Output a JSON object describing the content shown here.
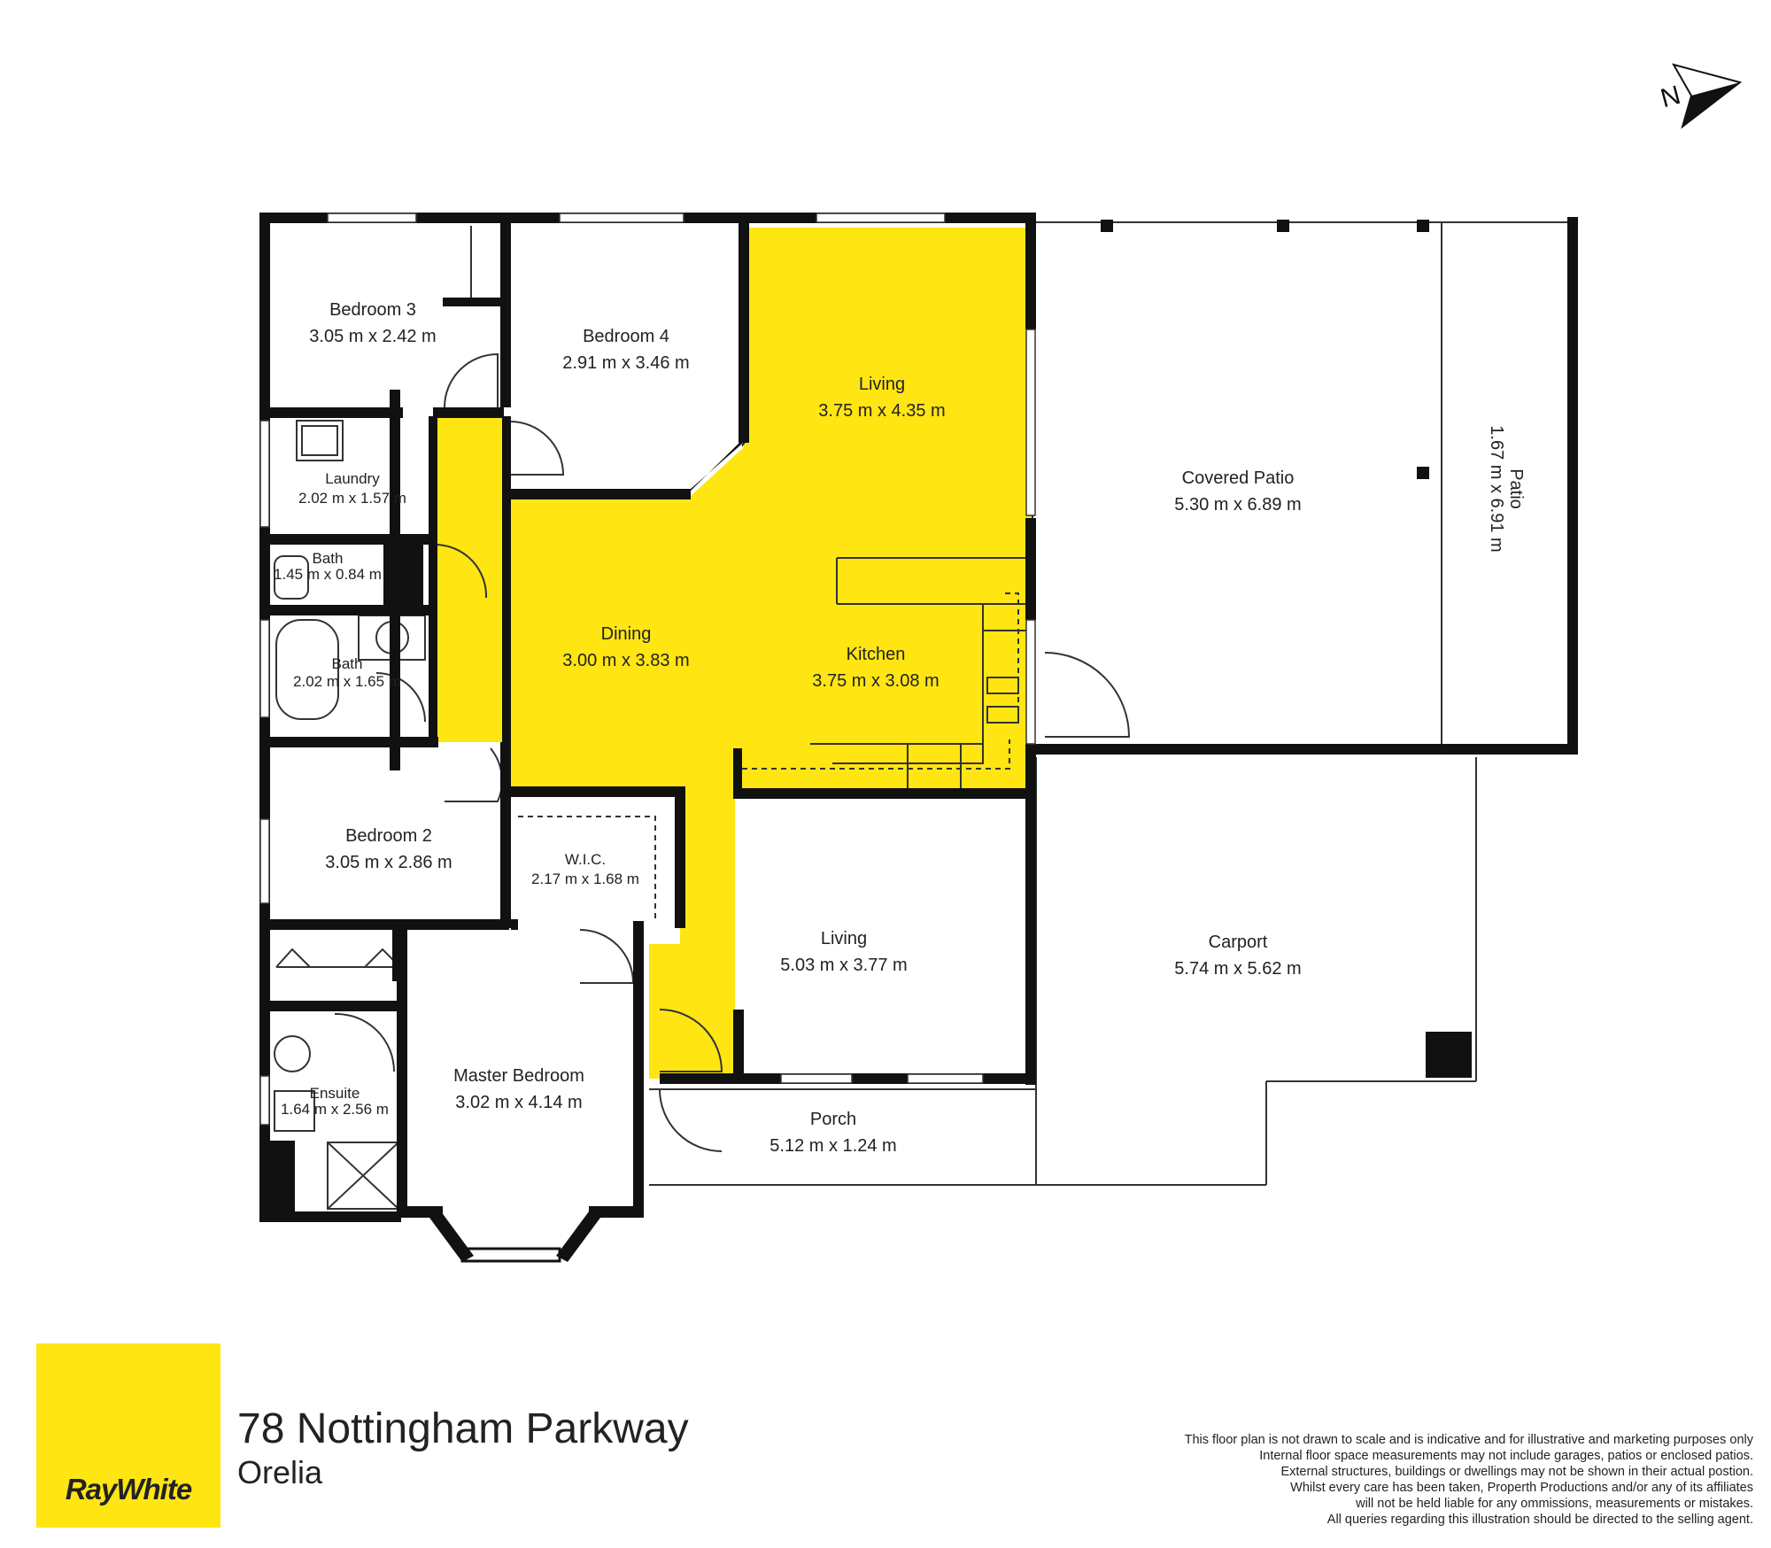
{
  "colors": {
    "highlight": "#ffe512",
    "wall": "#111111",
    "line": "#333333",
    "background": "#ffffff"
  },
  "rooms": {
    "bedroom3": {
      "name": "Bedroom 3",
      "dims": "3.05 m x 2.42 m"
    },
    "bedroom4": {
      "name": "Bedroom 4",
      "dims": "2.91 m x 3.46 m"
    },
    "living_top": {
      "name": "Living",
      "dims": "3.75 m x 4.35 m"
    },
    "covered_patio": {
      "name": "Covered Patio",
      "dims": "5.30 m x 6.89 m"
    },
    "patio": {
      "name": "Patio",
      "dims": "1.67 m x 6.91 m"
    },
    "laundry": {
      "name": "Laundry",
      "dims": "2.02 m x 1.57 m"
    },
    "bath_small": {
      "name": "Bath",
      "dims": "1.45 m x 0.84 m"
    },
    "bath": {
      "name": "Bath",
      "dims": "2.02 m x 1.65 m"
    },
    "dining": {
      "name": "Dining",
      "dims": "3.00 m x 3.83 m"
    },
    "kitchen": {
      "name": "Kitchen",
      "dims": "3.75 m x 3.08 m"
    },
    "bedroom2": {
      "name": "Bedroom 2",
      "dims": "3.05 m x 2.86 m"
    },
    "wic": {
      "name": "W.I.C.",
      "dims": "2.17 m x 1.68 m"
    },
    "living_bottom": {
      "name": "Living",
      "dims": "5.03 m x 3.77 m"
    },
    "carport": {
      "name": "Carport",
      "dims": "5.74 m x 5.62 m"
    },
    "master": {
      "name": "Master Bedroom",
      "dims": "3.02 m x 4.14 m"
    },
    "ensuite": {
      "name": "Ensuite",
      "dims": "1.64 m x 2.56 m"
    },
    "porch": {
      "name": "Porch",
      "dims": "5.12 m x 1.24 m"
    }
  },
  "compass": {
    "icon": "north-arrow-icon",
    "label": "N"
  },
  "brand": {
    "name": "RayWhite",
    "icon": "raywhite-logo"
  },
  "address": {
    "street": "78 Nottingham Parkway",
    "suburb": "Orelia"
  },
  "disclaimer": [
    "This floor plan is not drawn to scale and is indicative and for illustrative and marketing purposes only",
    "Internal floor space measurements may not include garages, patios or enclosed patios.",
    "External structures, buildings or dwellings may not be shown in their actual postion.",
    "Whilst every care has been taken, Properth Productions and/or any of its affiliates",
    "will not be held liable for any ommissions, measurements or mistakes.",
    "All queries regarding this illustration should be directed to the selling agent."
  ]
}
